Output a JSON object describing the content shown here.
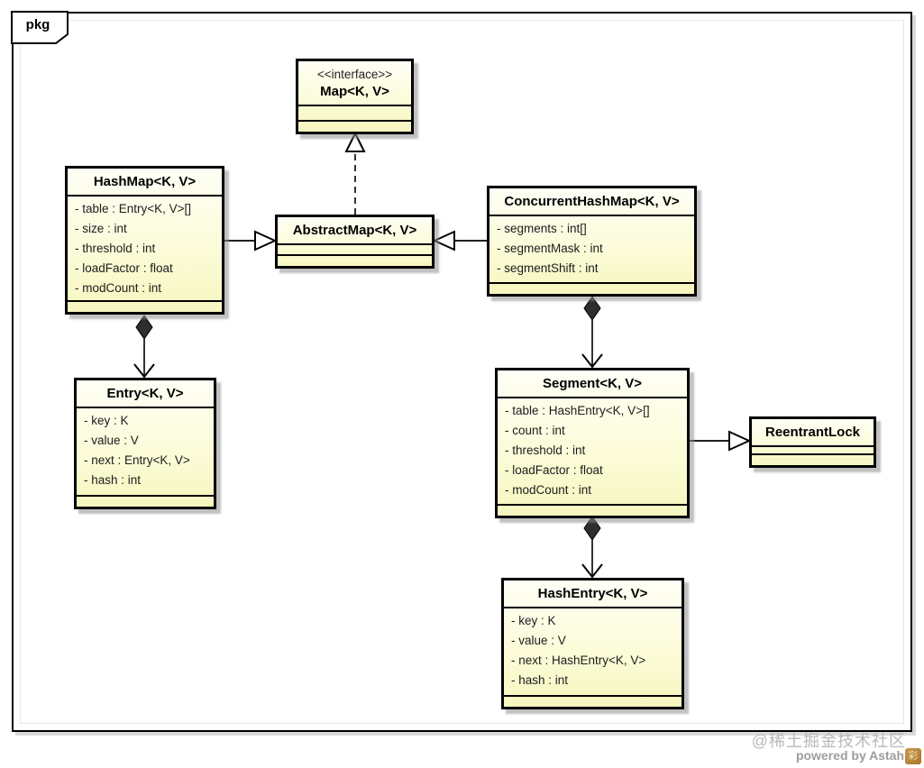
{
  "frame": {
    "tab_label": "pkg"
  },
  "classes": {
    "map": {
      "stereotype": "<<interface>>",
      "name": "Map<K, V>",
      "attributes": []
    },
    "hashmap": {
      "name": "HashMap<K, V>",
      "attributes": [
        "- table : Entry<K, V>[]",
        "- size : int",
        "- threshold : int",
        "- loadFactor : float",
        "- modCount : int"
      ]
    },
    "abstractmap": {
      "name": "AbstractMap<K, V>",
      "attributes": []
    },
    "concurrenthashmap": {
      "name": "ConcurrentHashMap<K, V>",
      "attributes": [
        "- segments : int[]",
        "- segmentMask : int",
        "- segmentShift : int"
      ]
    },
    "entry": {
      "name": "Entry<K, V>",
      "attributes": [
        "- key : K",
        "- value : V",
        "- next : Entry<K, V>",
        "- hash : int"
      ]
    },
    "segment": {
      "name": "Segment<K, V>",
      "attributes": [
        "- table : HashEntry<K, V>[]",
        "- count : int",
        "- threshold : int",
        "- loadFactor : float",
        "- modCount : int"
      ]
    },
    "reentrantlock": {
      "name": "ReentrantLock",
      "attributes": []
    },
    "hashentry": {
      "name": "HashEntry<K, V>",
      "attributes": [
        "- key : K",
        "- value : V",
        "- next : HashEntry<K, V>",
        "- hash : int"
      ]
    }
  },
  "relationships": [
    {
      "type": "realization",
      "from": "AbstractMap<K, V>",
      "to": "Map<K, V>"
    },
    {
      "type": "generalization",
      "from": "HashMap<K, V>",
      "to": "AbstractMap<K, V>"
    },
    {
      "type": "generalization",
      "from": "ConcurrentHashMap<K, V>",
      "to": "AbstractMap<K, V>"
    },
    {
      "type": "generalization",
      "from": "Segment<K, V>",
      "to": "ReentrantLock"
    },
    {
      "type": "composition",
      "from": "HashMap<K, V>",
      "to": "Entry<K, V>"
    },
    {
      "type": "composition",
      "from": "ConcurrentHashMap<K, V>",
      "to": "Segment<K, V>"
    },
    {
      "type": "composition",
      "from": "Segment<K, V>",
      "to": "HashEntry<K, V>"
    }
  ],
  "watermark": {
    "community": "@稀土掘金技术社区",
    "powered_by": "powered by Astah",
    "logo_glyph": "彩"
  },
  "colors": {
    "box_fill_top": "#fffef5",
    "box_fill_bottom": "#f6f6c0",
    "box_border": "#000000",
    "box_shadow": "#8c8c8c",
    "watermark_gray": "#b9b9b9",
    "powered_gray": "#9d9d9d",
    "astah_logo_gold": "#a9742a"
  }
}
